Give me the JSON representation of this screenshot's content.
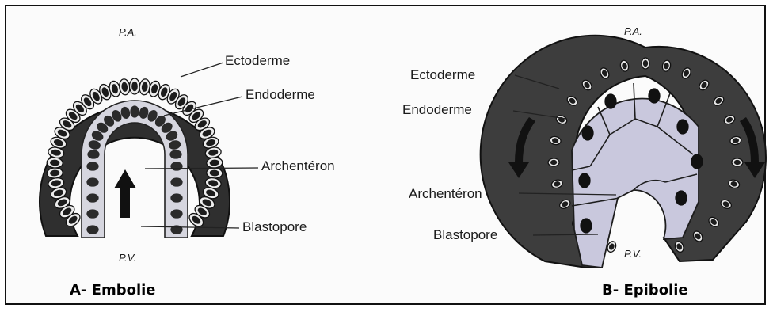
{
  "panels": [
    {
      "caption": "A- Embolie",
      "pole_top": "P.A.",
      "pole_bottom": "P.V.",
      "labels": {
        "ectoderme": "Ectoderme",
        "endoderme": "Endoderme",
        "archenteron": "Archentéron",
        "blastopore": "Blastopore"
      }
    },
    {
      "caption": "B- Epibolie",
      "pole_top": "P.A.",
      "pole_bottom": "P.V.",
      "labels": {
        "ectoderme": "Ectoderme",
        "endoderme": "Endoderme",
        "archenteron": "Archentéron",
        "blastopore": "Blastopore"
      }
    }
  ],
  "colors": {
    "ectoderm_cell": "#3c3c3c",
    "endoderm_cell": "#c9c9d6",
    "b_endoderm": "#c7c6dc",
    "b_ectoderm": "#4a4a4a"
  }
}
